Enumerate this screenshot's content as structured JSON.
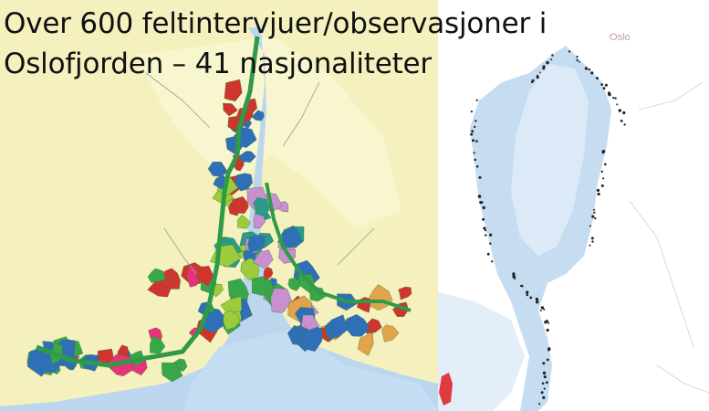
{
  "slide": {
    "title_lines": [
      "Over 600 feltintervjuer/observasjoner i",
      "Oslofjorden – 41 nasjonaliteter"
    ]
  },
  "maps": {
    "left": {
      "water_color": "#bcd6ee",
      "land_color": "#f4f0b8",
      "zone_colors": [
        "#e8327a",
        "#9ccc3c",
        "#2f6fb8",
        "#c98fd0",
        "#e2a44a",
        "#3aa64a",
        "#d0342c",
        "#2a9a8a"
      ]
    },
    "right": {
      "place_label": "Oslo",
      "water_color": "#c6dcf0",
      "point_color": "#222222"
    }
  }
}
